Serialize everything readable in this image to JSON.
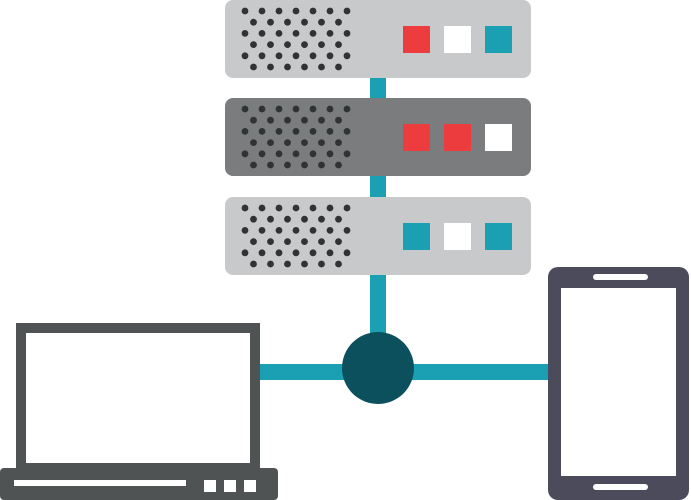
{
  "diagram": {
    "colors": {
      "background": "#ffffff",
      "connector": "#1a9fb3",
      "hub": "#0b505c",
      "server_light": "#c8c9ca",
      "server_dark": "#7a7c7d",
      "vent_hole": "#2f3335",
      "laptop_frame": "#505354",
      "phone_frame": "#4b4b5c",
      "red": "#ed3c3d",
      "white": "#ffffff",
      "teal": "#1a9fb3"
    },
    "servers": [
      {
        "id": "server-top",
        "shade": "light",
        "lights": [
          "red",
          "white",
          "teal"
        ]
      },
      {
        "id": "server-middle",
        "shade": "dark",
        "lights": [
          "red",
          "red",
          "white"
        ]
      },
      {
        "id": "server-bottom",
        "shade": "light",
        "lights": [
          "teal",
          "white",
          "teal"
        ]
      }
    ],
    "hub": {
      "icon": "network-hub-node"
    },
    "devices": [
      {
        "id": "laptop",
        "icon": "laptop-icon"
      },
      {
        "id": "phone",
        "icon": "smartphone-icon"
      }
    ]
  }
}
